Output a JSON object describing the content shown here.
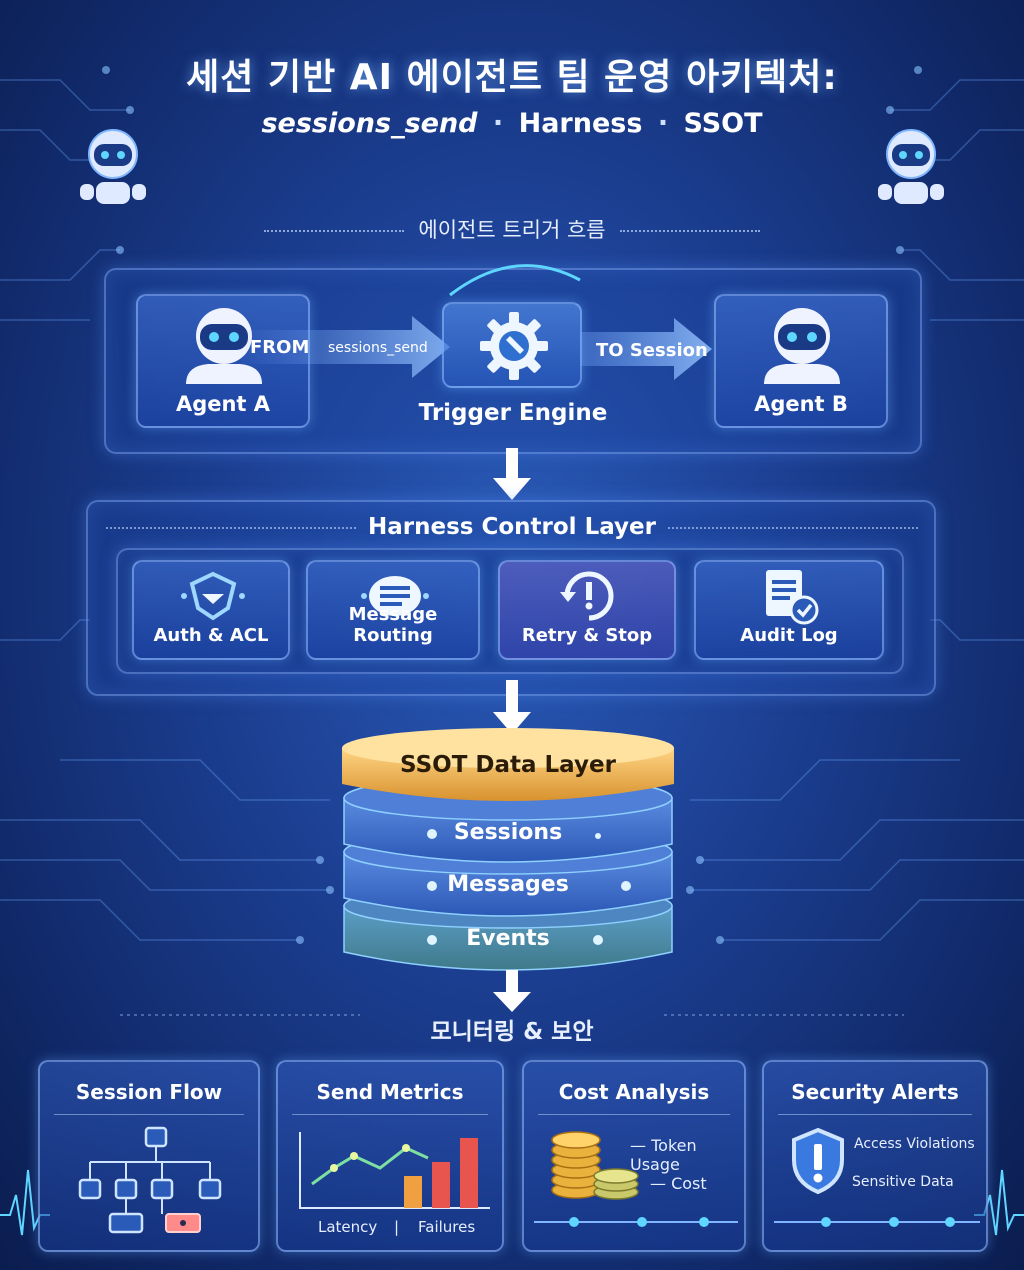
{
  "header": {
    "title": "세션 기반 AI 에이전트 팀 운영 아키텍처:",
    "subtitle_parts": [
      "sessions_send",
      "·",
      "Harness",
      "·",
      "SSOT"
    ]
  },
  "trigger_flow": {
    "label": "에이전트 트리거 흐름",
    "agent_a": "Agent A",
    "from": "FROM",
    "sessions_send": "sessions_send",
    "engine": "Trigger Engine",
    "to_session": "TO Session",
    "agent_b": "Agent B"
  },
  "harness": {
    "title": "Harness Control Layer",
    "cards": [
      "Auth & ACL",
      "Message Routing",
      "Retry & Stop",
      "Audit Log"
    ]
  },
  "ssot": {
    "title": "SSOT Data Layer",
    "layers": [
      "Sessions",
      "Messages",
      "Events"
    ]
  },
  "monitoring": {
    "label": "모니터링 & 보안",
    "session_flow": {
      "title": "Session Flow"
    },
    "send_metrics": {
      "title": "Send Metrics",
      "latency": "Latency",
      "divider": "|",
      "failures": "Failures"
    },
    "cost_analysis": {
      "title": "Cost Analysis",
      "token_usage": "Token Usage",
      "cost": "Cost"
    },
    "security_alerts": {
      "title": "Security Alerts",
      "access_violations": "Access Violations",
      "sensitive_data": "Sensitive Data"
    }
  },
  "colors": {
    "accent_cyan": "#5fd6ff",
    "gold": "#f0b652",
    "bar_orange": "#f0a040",
    "bar_red": "#e8554e",
    "events_green": "#6fb46a"
  }
}
